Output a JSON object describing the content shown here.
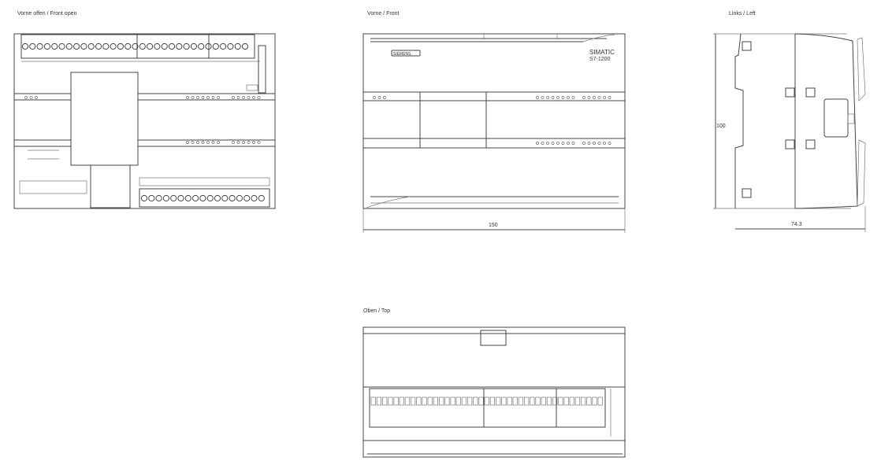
{
  "views": {
    "front_open": {
      "title": "Vorne offen / Front open"
    },
    "front": {
      "title": "Vorne / Front",
      "brand": "SIEMENS",
      "product_line": "SIMATIC",
      "product_model": "S7-1200",
      "width_dimension": "150"
    },
    "left": {
      "title": "Links / Left",
      "height_dimension": "100",
      "depth_dimension": "74.3"
    },
    "top": {
      "title": "Oben / Top"
    }
  },
  "colors": {
    "line": "#444444",
    "background": "#ffffff"
  }
}
